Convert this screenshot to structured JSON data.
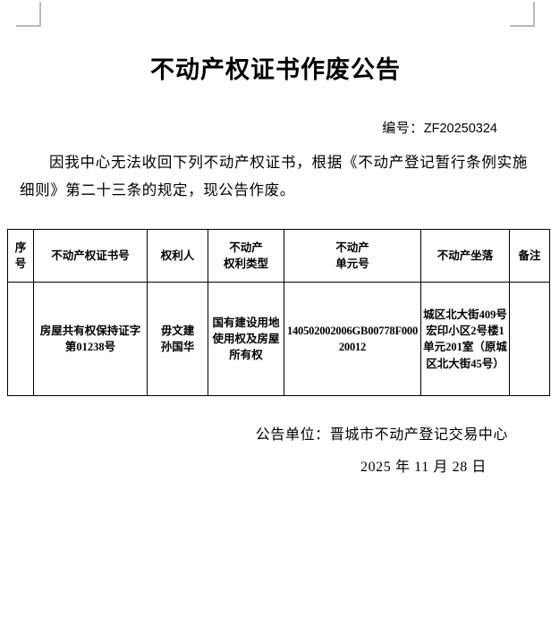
{
  "document": {
    "title": "不动产权证书作废公告",
    "number_label": "编号：",
    "number_value": "ZF20250324",
    "body_paragraph": "因我中心无法收回下列不动产权证书，根据《不动产登记暂行条例实施细则》第二十三条的规定，现公告作废。"
  },
  "table": {
    "headers": [
      "序号",
      "不动产权证书号",
      "权利人",
      "不动产\n权利类型",
      "不动产\n单元号",
      "不动产坐落",
      "备注"
    ],
    "headers_flat": {
      "seq": "序号",
      "cert_no": "不动产权证书号",
      "owner": "权利人",
      "right_type_line1": "不动产",
      "right_type_line2": "权利类型",
      "unit_no_line1": "不动产",
      "unit_no_line2": "单元号",
      "location": "不动产坐落",
      "remark": "备注"
    },
    "rows": [
      {
        "seq": "",
        "cert_no": "房屋共有权保持证字第01238号",
        "owner_line1": "毋文建",
        "owner_line2": "孙国华",
        "right_type": "国有建设用地使用权及房屋所有权",
        "unit_no": "140502002006GB00778F00020012",
        "location": "城区北大街409号宏印小区2号楼1单元201室（原城区北大街45号）",
        "remark": ""
      }
    ]
  },
  "footer": {
    "issuer_label": "公告单位：",
    "issuer_name": "晋城市不动产登记交易中心",
    "date": "2025 年 11 月 28 日"
  },
  "colors": {
    "text": "#000000",
    "border": "#000000",
    "crop_mark": "#b9b9bd",
    "background": "#ffffff"
  }
}
